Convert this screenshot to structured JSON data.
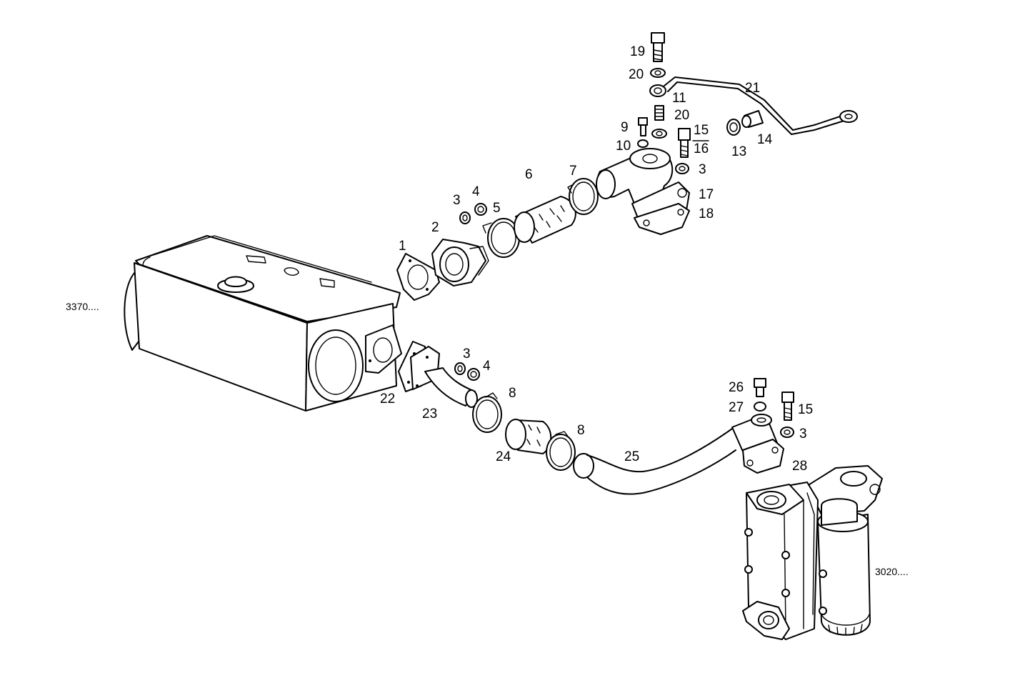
{
  "references": {
    "radiator": "3370....",
    "filter": "3020...."
  },
  "labels": {
    "p1": "1",
    "p2": "2",
    "p3a": "3",
    "p4a": "4",
    "p5": "5",
    "p6": "6",
    "p7": "7",
    "p3b": "3",
    "p17": "17",
    "p18": "18",
    "p9": "9",
    "p10": "10",
    "p11": "11",
    "p20a": "20",
    "p20b": "20",
    "p19": "19",
    "p15a": "15",
    "p16": "16",
    "p13": "13",
    "p14": "14",
    "p21": "21",
    "p22": "22",
    "p23": "23",
    "p3c": "3",
    "p4b": "4",
    "p8a": "8",
    "p24": "24",
    "p8b": "8",
    "p25": "25",
    "p26": "26",
    "p27": "27",
    "p15b": "15",
    "p3d": "3",
    "p28": "28"
  },
  "colors": {
    "line": "#000000",
    "background": "#ffffff"
  }
}
